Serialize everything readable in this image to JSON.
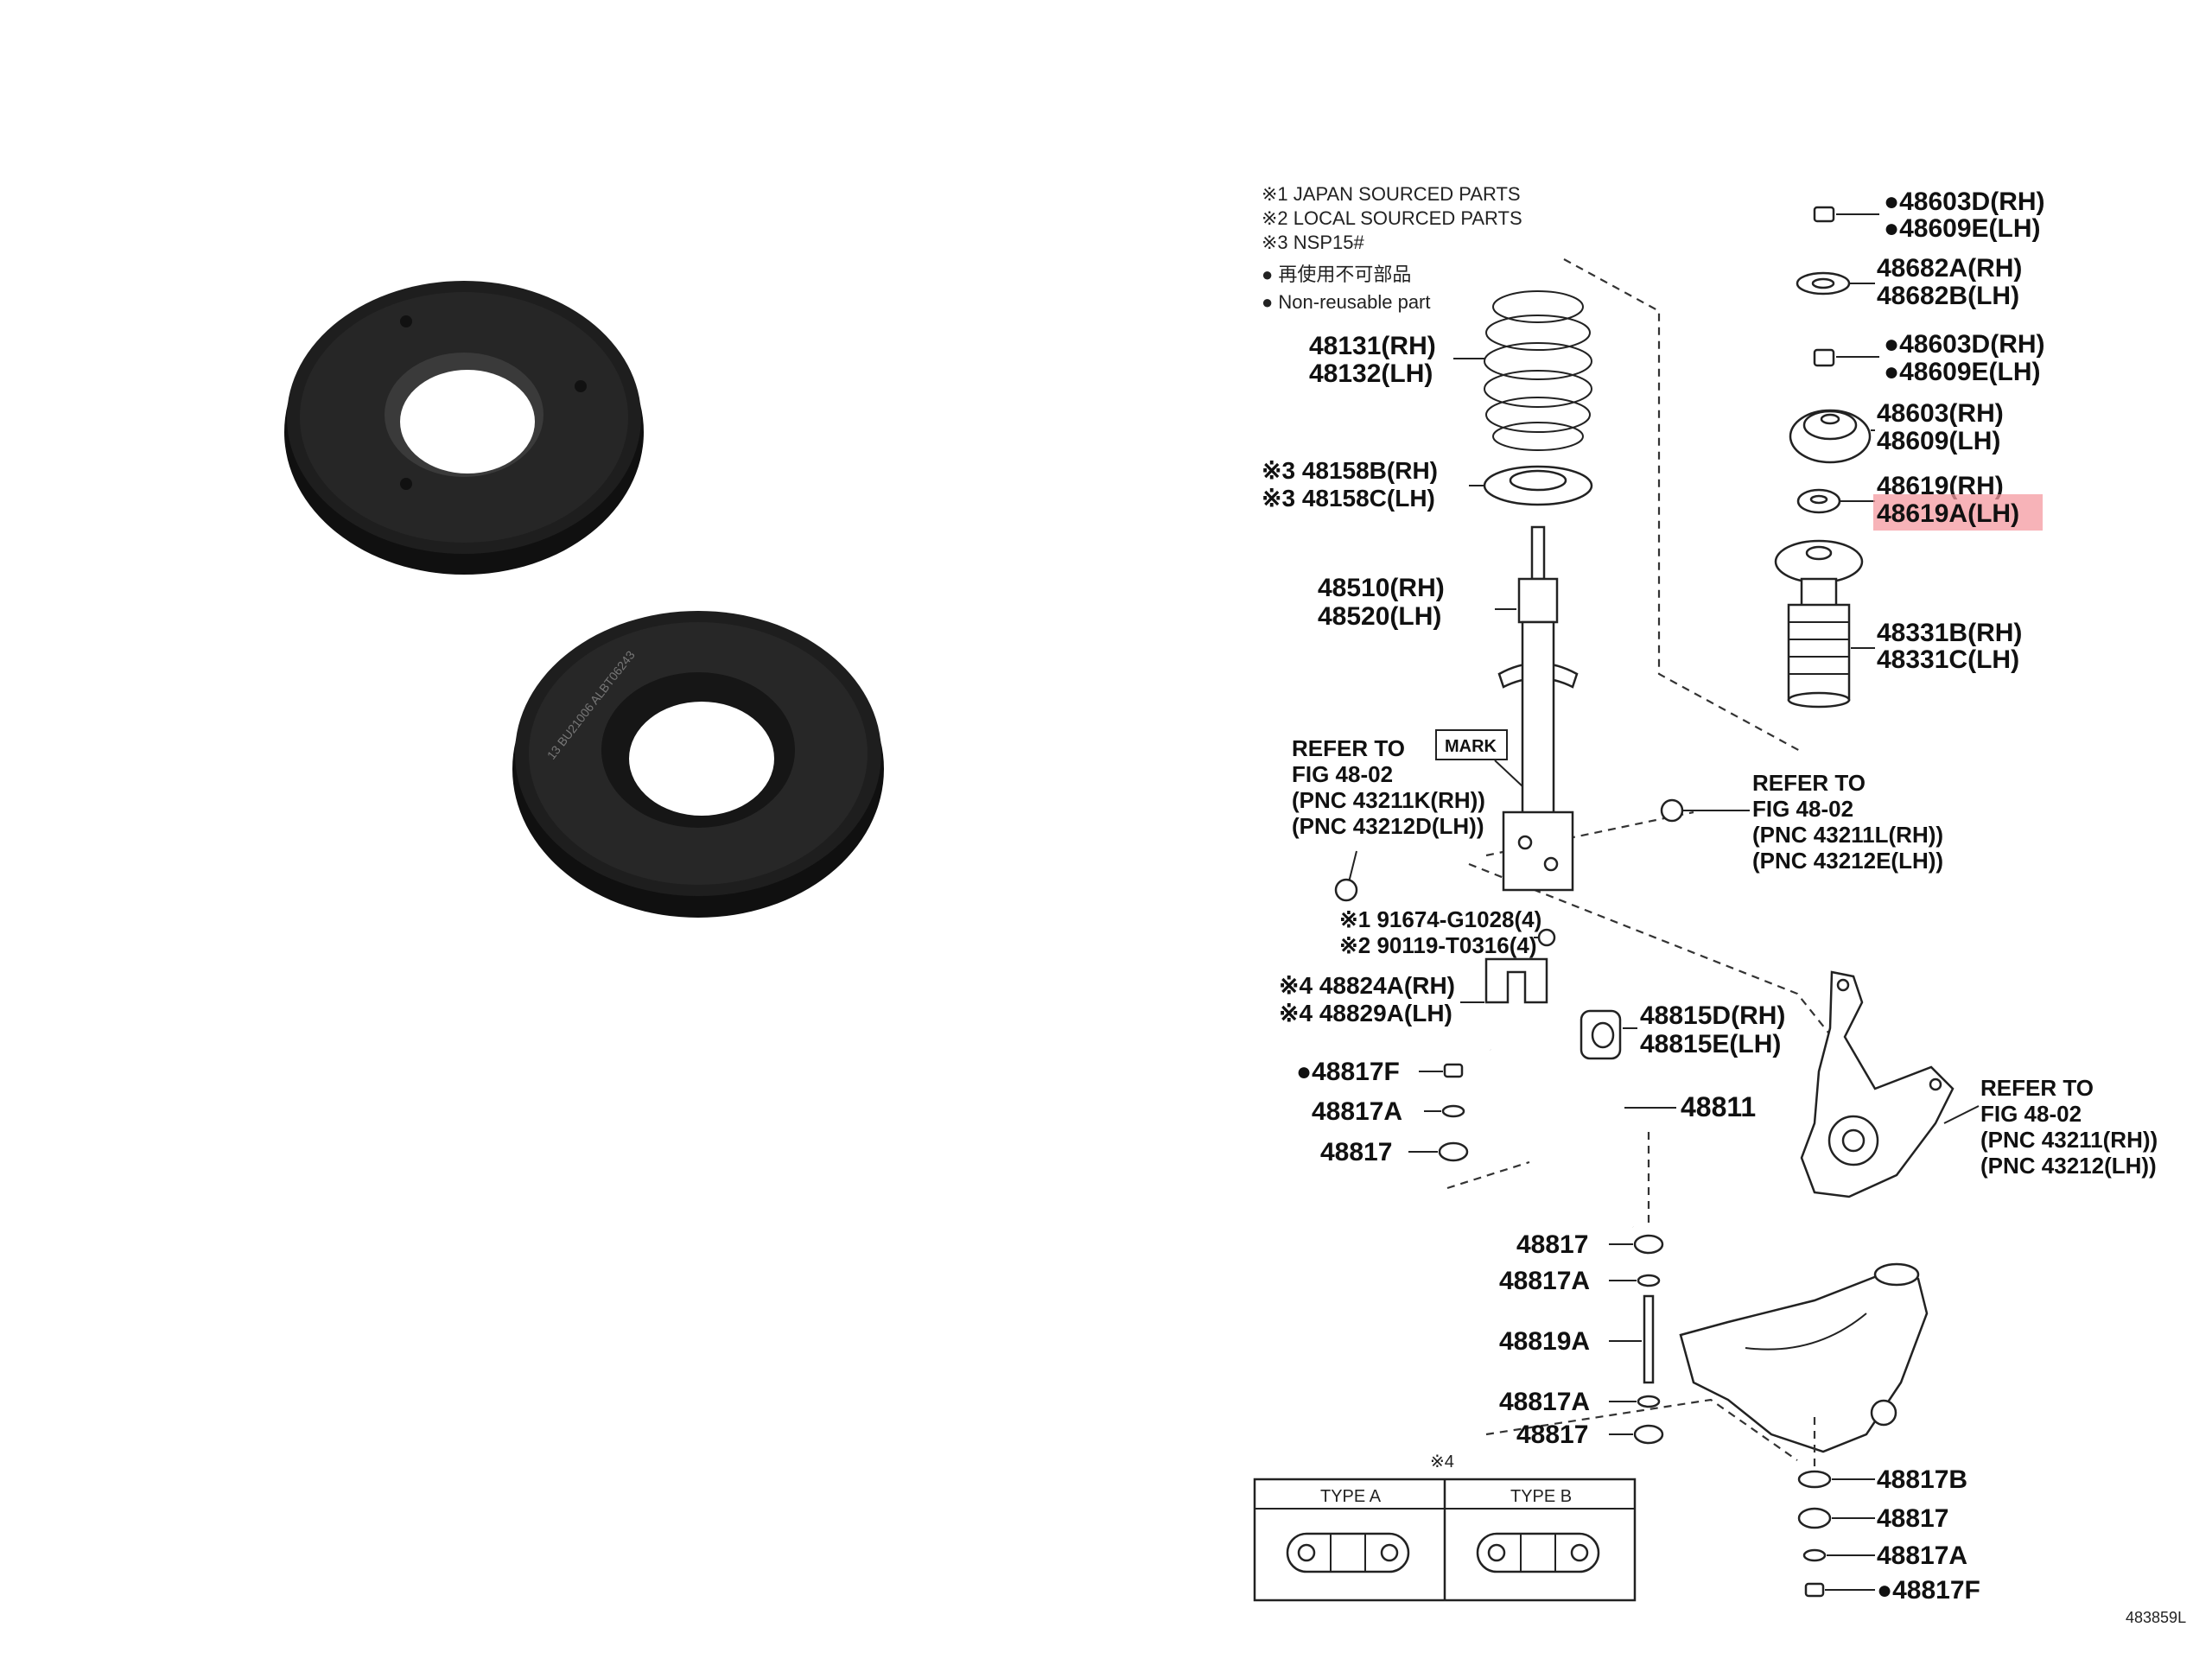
{
  "photo": {
    "left_ring_marking": "",
    "right_ring_marking": "13 BU21006 ALBT06243"
  },
  "notes": {
    "n1": "※1 JAPAN SOURCED PARTS",
    "n2": "※2 LOCAL SOURCED PARTS",
    "n3": "※3 NSP15#",
    "n4": "● 再使用不可部品",
    "n5": "● Non-reusable part"
  },
  "labels": {
    "p48603d_1": "●48603D(RH)",
    "p48609e_1": "●48609E(LH)",
    "p48682a": "48682A(RH)",
    "p48682b": "48682B(LH)",
    "p48603d_2": "●48603D(RH)",
    "p48609e_2": "●48609E(LH)",
    "p48603": "48603(RH)",
    "p48609": "48609(LH)",
    "p48619": "48619(RH)",
    "p48619a": "48619A(LH)",
    "p48331b": "48331B(RH)",
    "p48331c": "48331C(LH)",
    "p48131": "48131(RH)",
    "p48132": "48132(LH)",
    "p48158b": "※3 48158B(RH)",
    "p48158c": "※3 48158C(LH)",
    "p48510": "48510(RH)",
    "p48520": "48520(LH)",
    "mark": "MARK",
    "ref1_a": "REFER TO",
    "ref1_b": "FIG 48-02",
    "ref1_c": "(PNC 43211K(RH))",
    "ref1_d": "(PNC 43212D(LH))",
    "ref2_a": "REFER TO",
    "ref2_b": "FIG 48-02",
    "ref2_c": "(PNC 43211L(RH))",
    "ref2_d": "(PNC 43212E(LH))",
    "p91674": "※1 91674-G1028(4)",
    "p90119": "※2 90119-T0316(4)",
    "p48824a": "※4 48824A(RH)",
    "p48829a": "※4 48829A(LH)",
    "p48815d": "48815D(RH)",
    "p48815e": "48815E(LH)",
    "p48817f_1": "●48817F",
    "p48817a_1": "48817A",
    "p48817_1": "48817",
    "p48811": "48811",
    "ref3_a": "REFER TO",
    "ref3_b": "FIG 48-02",
    "ref3_c": "(PNC 43211(RH))",
    "ref3_d": "(PNC 43212(LH))",
    "p48817_2": "48817",
    "p48817a_2": "48817A",
    "p48819a": "48819A",
    "p48817a_3": "48817A",
    "p48817_3": "48817",
    "p48817b": "48817B",
    "p48817_4": "48817",
    "p48817a_4": "48817A",
    "p48817f_2": "●48817F",
    "type_note": "※4",
    "type_a": "TYPE A",
    "type_b": "TYPE B",
    "fig_id": "483859L"
  },
  "colors": {
    "highlight": "#f49aa0",
    "ink": "#111111",
    "rubber": "#1c1c1c"
  }
}
